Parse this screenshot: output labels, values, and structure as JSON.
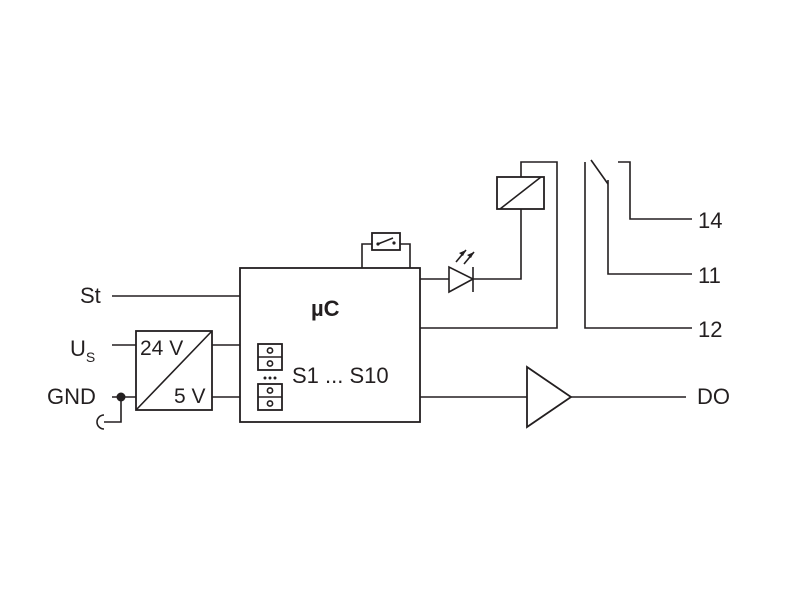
{
  "inputs": {
    "st": "St",
    "us_main": "U",
    "us_sub": "S",
    "gnd": "GND"
  },
  "converter": {
    "input_voltage": "24 V",
    "output_voltage": "5 V"
  },
  "controller": {
    "label": "µC",
    "switch_range": "S1 ... S10"
  },
  "relay_terminals": {
    "t14": "14",
    "t11": "11",
    "t12": "12"
  },
  "digital_output": "DO",
  "colors": {
    "ink": "#231f20",
    "background": "#ffffff"
  }
}
